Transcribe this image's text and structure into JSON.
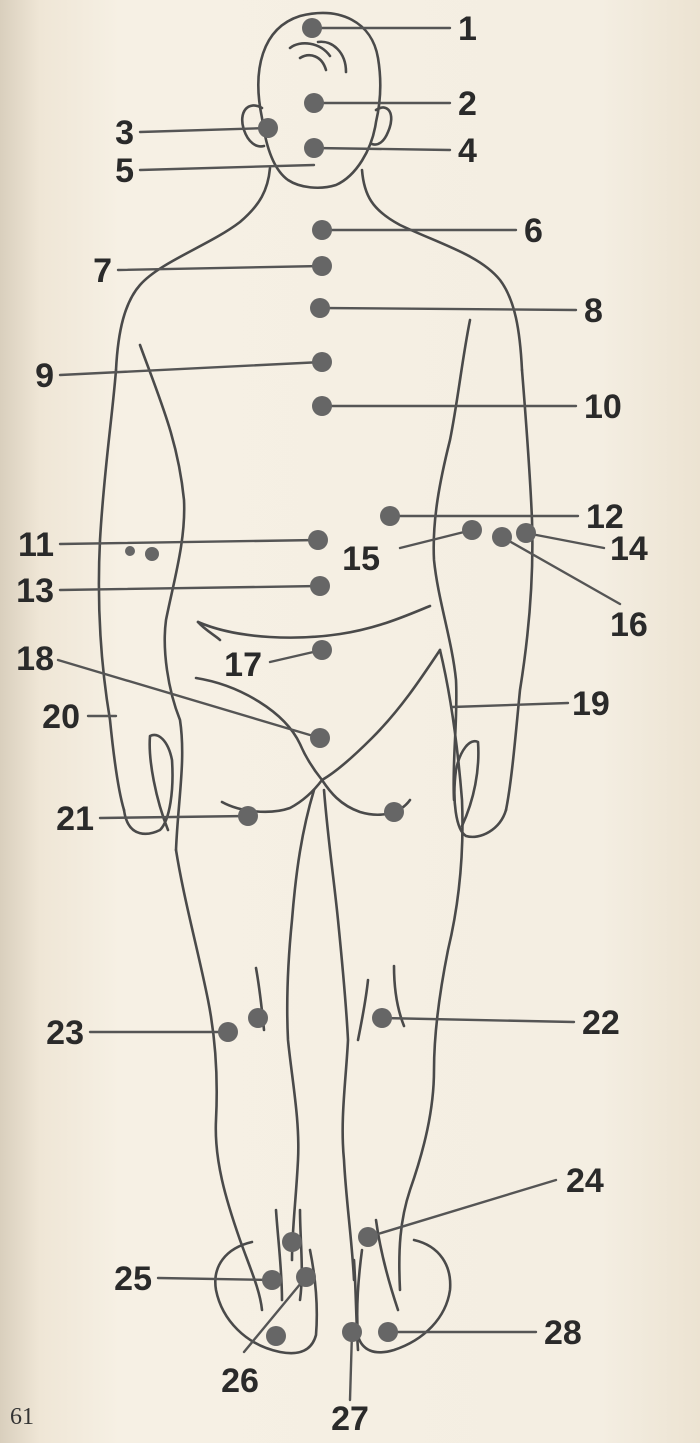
{
  "page_number": "61",
  "points": [
    {
      "label": "1"
    },
    {
      "label": "2"
    },
    {
      "label": "3"
    },
    {
      "label": "4"
    },
    {
      "label": "5"
    },
    {
      "label": "6"
    },
    {
      "label": "7"
    },
    {
      "label": "8"
    },
    {
      "label": "9"
    },
    {
      "label": "10"
    },
    {
      "label": "11"
    },
    {
      "label": "12"
    },
    {
      "label": "13"
    },
    {
      "label": "14"
    },
    {
      "label": "15"
    },
    {
      "label": "16"
    },
    {
      "label": "17"
    },
    {
      "label": "18"
    },
    {
      "label": "19"
    },
    {
      "label": "20"
    },
    {
      "label": "21"
    },
    {
      "label": "22"
    },
    {
      "label": "23"
    },
    {
      "label": "24"
    },
    {
      "label": "25"
    },
    {
      "label": "26"
    },
    {
      "label": "27"
    },
    {
      "label": "28"
    }
  ],
  "colors": {
    "background": "#f4ede0",
    "line": "#4a4a4a",
    "point": "#666666",
    "label": "#2a2a2a"
  }
}
